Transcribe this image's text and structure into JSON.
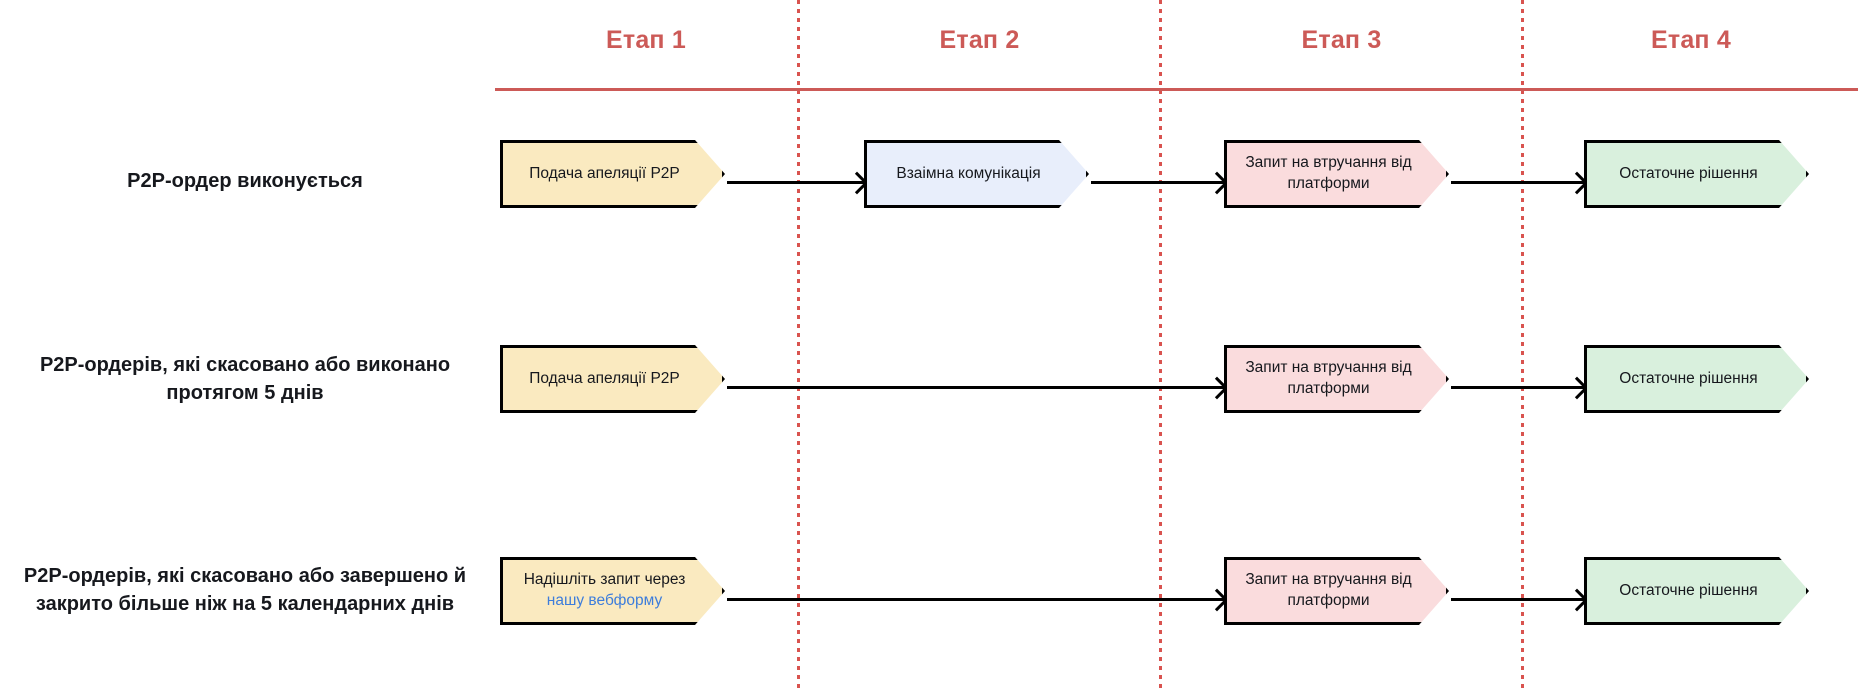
{
  "diagram": {
    "title": "P2P appeal process flow",
    "colors": {
      "stage_accent": "#cc5a57",
      "divider": "#d9534f",
      "node_yellow": "#faeac0",
      "node_blue": "#e8eefb",
      "node_pink": "#fadcdd",
      "node_green": "#d9f0dd",
      "node_border": "#000000",
      "link": "#3d7ddb",
      "text": "#16181d"
    }
  },
  "stages": [
    {
      "label": "Етап 1"
    },
    {
      "label": "Етап 2"
    },
    {
      "label": "Етап 3"
    },
    {
      "label": "Етап 4"
    }
  ],
  "rows": [
    {
      "label": "P2P-ордер виконується",
      "nodes": [
        {
          "stage": 1,
          "text": "Подача апеляції P2P",
          "color": "yellow"
        },
        {
          "stage": 2,
          "text": "Взаімна комунікація",
          "color": "blue"
        },
        {
          "stage": 3,
          "text": "Запит на втручання від платформи",
          "color": "pink"
        },
        {
          "stage": 4,
          "text": "Остаточне рішення",
          "color": "green"
        }
      ]
    },
    {
      "label": "P2P-ордерів, які скасовано або виконано протягом 5 днів",
      "nodes": [
        {
          "stage": 1,
          "text": "Подача апеляції P2P",
          "color": "yellow"
        },
        {
          "stage": 3,
          "text": "Запит на втручання від платформи",
          "color": "pink"
        },
        {
          "stage": 4,
          "text": "Остаточне рішення",
          "color": "green"
        }
      ]
    },
    {
      "label": "P2P-ордерів, які скасовано або завершено й закрито більше ніж на 5 календарних днів",
      "nodes": [
        {
          "stage": 1,
          "text": "Надішліть запит через",
          "link_text": "нашу вебформу",
          "color": "yellow"
        },
        {
          "stage": 3,
          "text": "Запит на втручання від платформи",
          "color": "pink"
        },
        {
          "stage": 4,
          "text": "Остаточне рішення",
          "color": "green"
        }
      ]
    }
  ]
}
